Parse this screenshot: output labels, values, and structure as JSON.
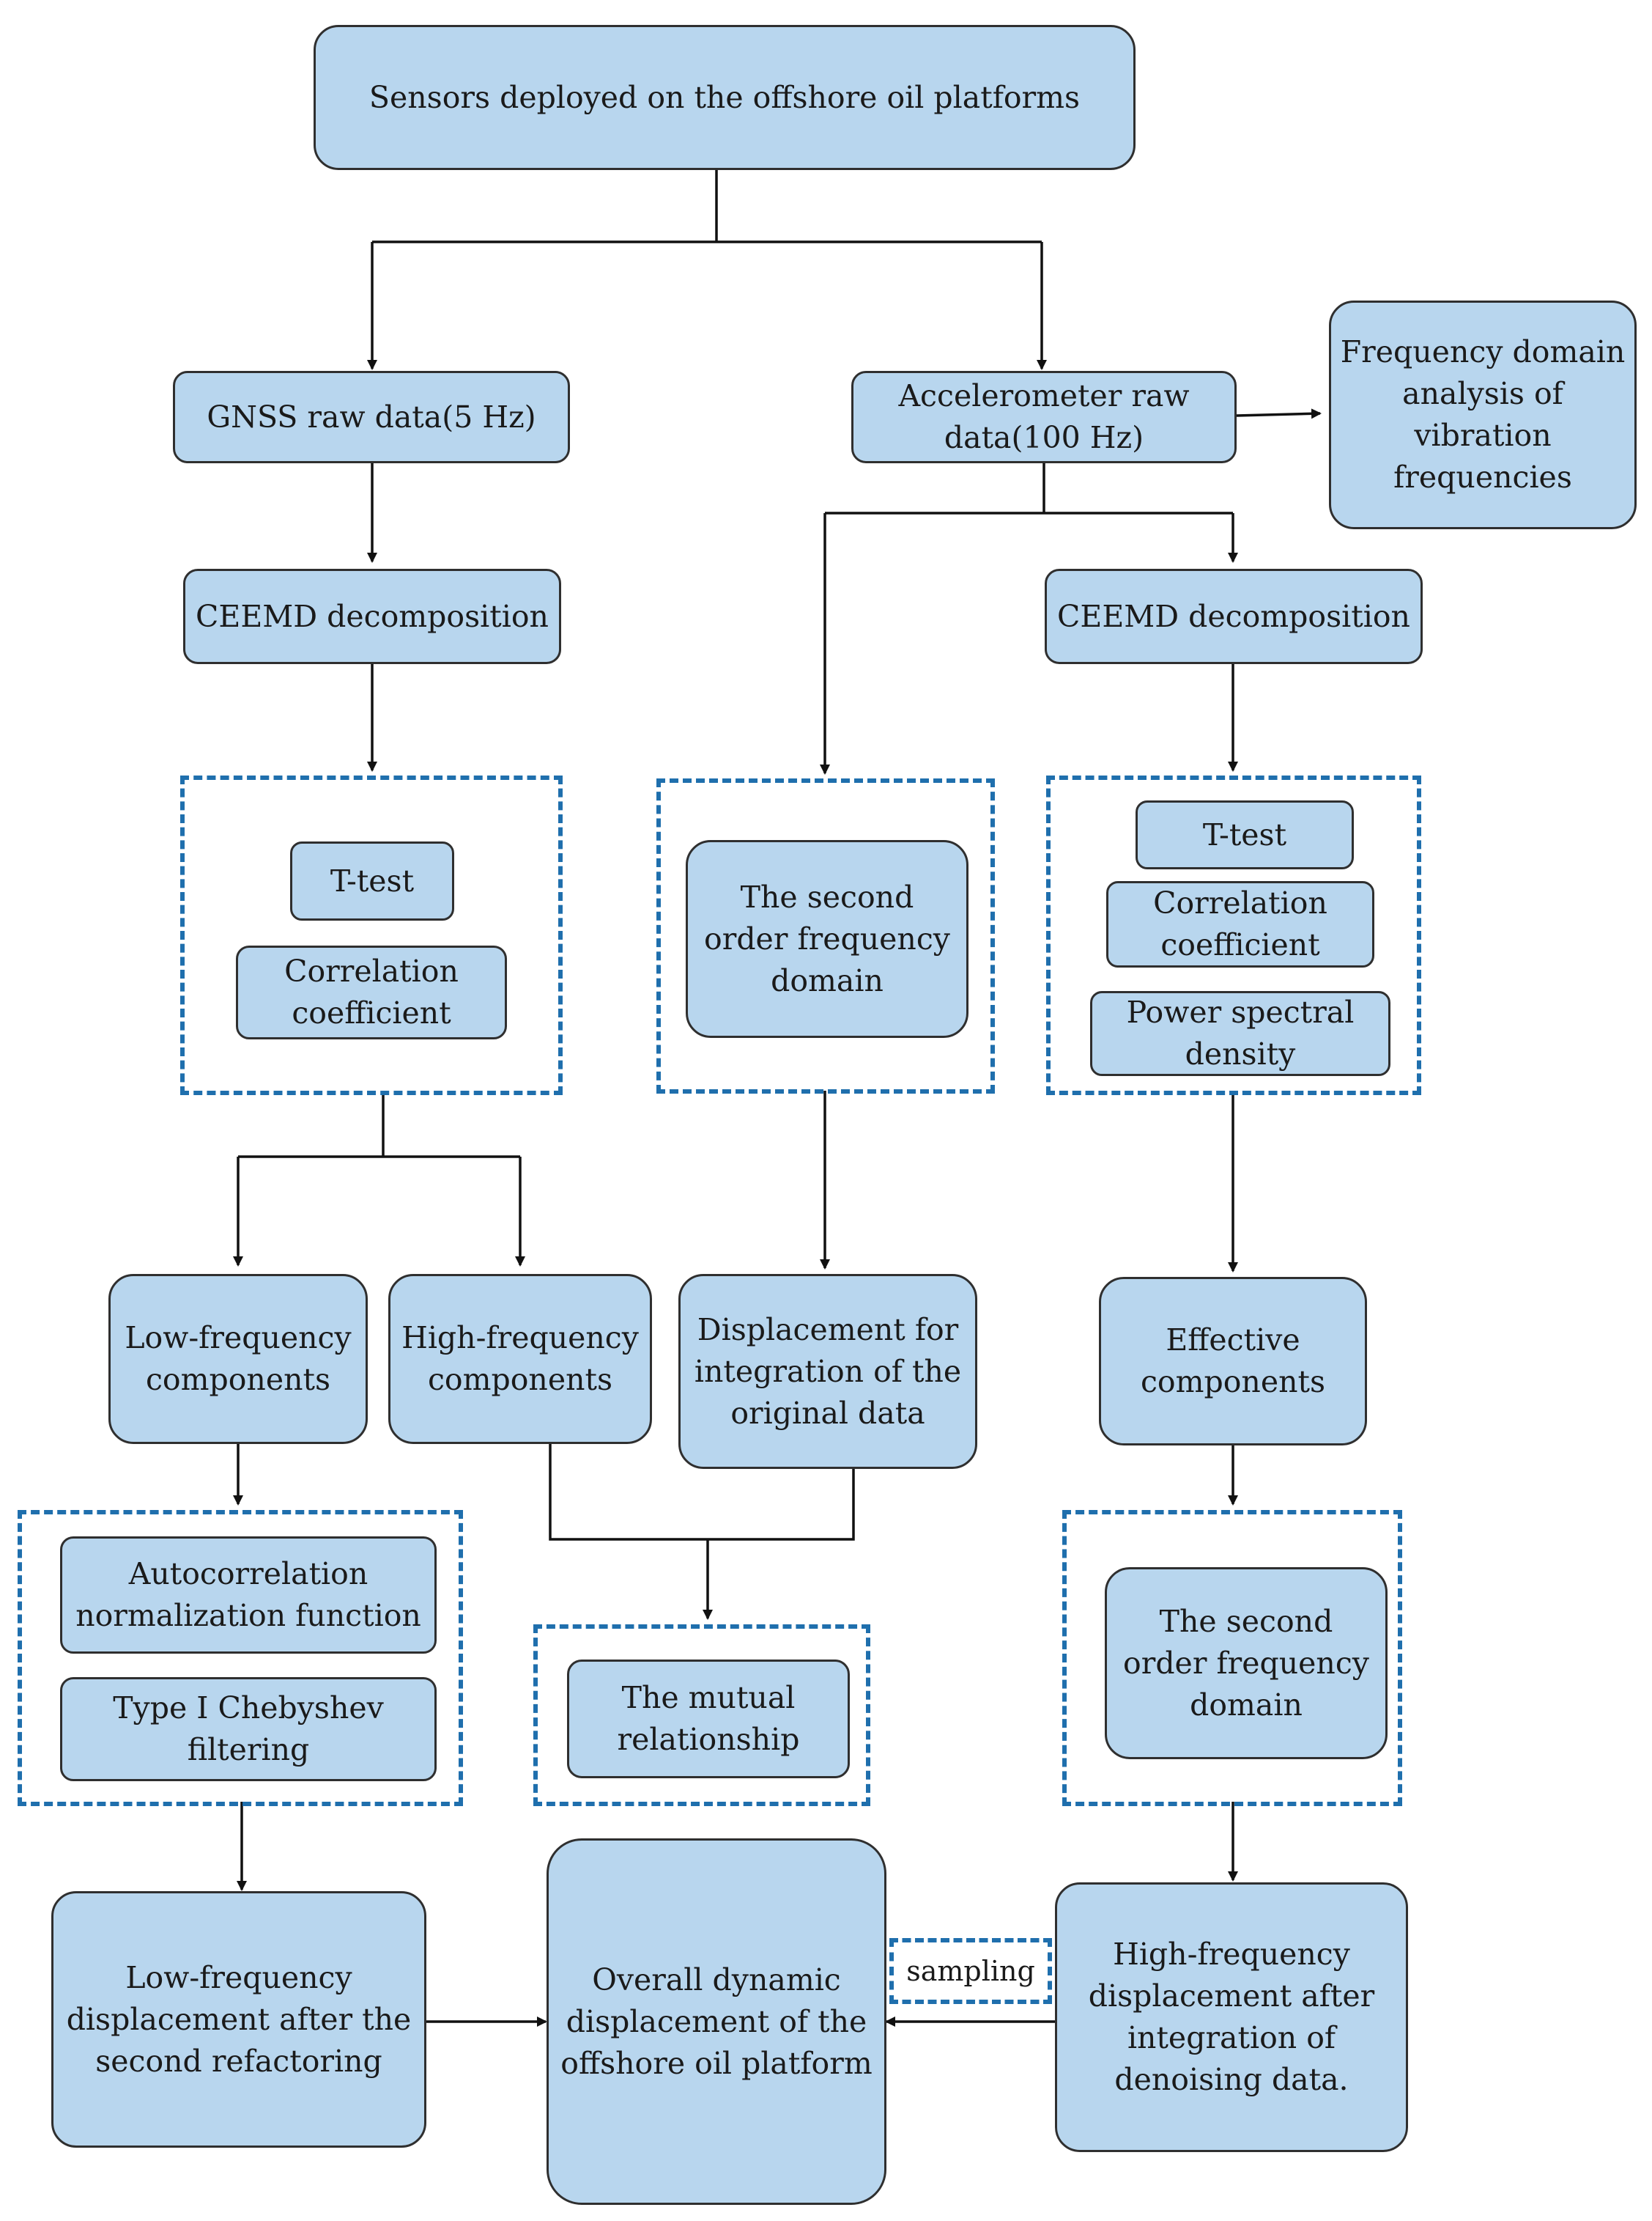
{
  "diagram": {
    "nodes": {
      "sensors": "Sensors deployed on the offshore oil platforms",
      "gnss_raw": "GNSS raw data(5 Hz)",
      "accel_raw": "Accelerometer raw data(100 Hz)",
      "freq_analysis": "Frequency domain analysis of vibration frequencies",
      "ceemd_left": "CEEMD decomposition",
      "ceemd_right": "CEEMD decomposition",
      "ttest_left": "T-test",
      "corr_left": "Correlation coefficient",
      "second_order_mid": "The second order frequency domain",
      "ttest_right": "T-test",
      "corr_right": "Correlation coefficient",
      "psd_right": "Power spectral density",
      "low_freq_comp": "Low-frequency components",
      "high_freq_comp": "High-frequency components",
      "displacement_integration": "Displacement for integration of the original data",
      "effective_comp": "Effective components",
      "autocorr": "Autocorrelation normalization function",
      "chebyshev": "Type I Chebyshev filtering",
      "mutual": "The mutual relationship",
      "second_order_right": "The second order frequency domain",
      "low_freq_disp": "Low-frequency displacement after the second refactoring",
      "overall": "Overall dynamic displacement of the offshore oil platform",
      "high_freq_disp": "High-frequency displacement after integration of denoising data."
    },
    "edge_labels": {
      "sampling": "sampling"
    },
    "colors": {
      "node_fill": "#b8d6ee",
      "node_border": "#2f2f2f",
      "group_border": "#1f6fad",
      "connector": "#111111"
    }
  }
}
